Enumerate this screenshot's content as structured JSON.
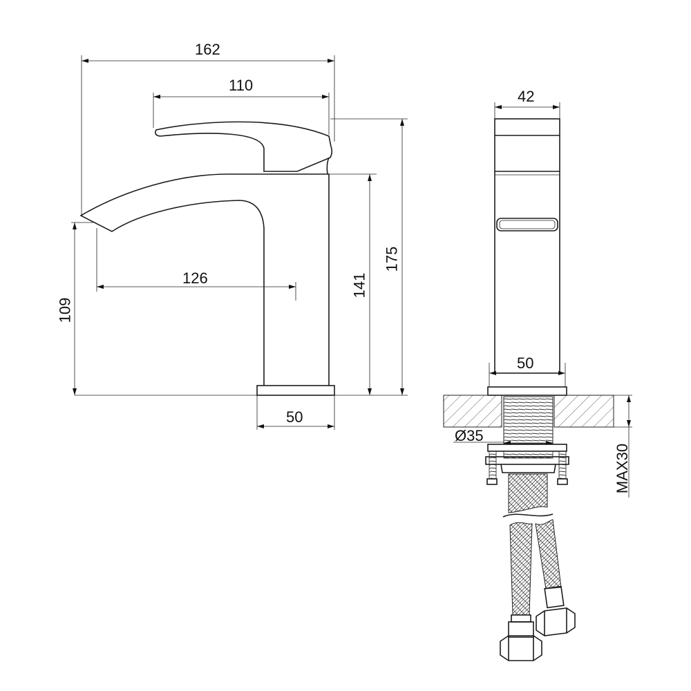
{
  "dimensions": {
    "overall_length": "162",
    "handle_length": "110",
    "spout_reach": "126",
    "spout_height": "109",
    "body_height": "141",
    "overall_height": "175",
    "base_width_side": "50",
    "body_width_front": "42",
    "base_width_front": "50",
    "thread_diameter": "Ø35",
    "max_counter_thickness": "MAX30"
  },
  "colors": {
    "line": "#1a1a1a",
    "background": "#ffffff"
  }
}
